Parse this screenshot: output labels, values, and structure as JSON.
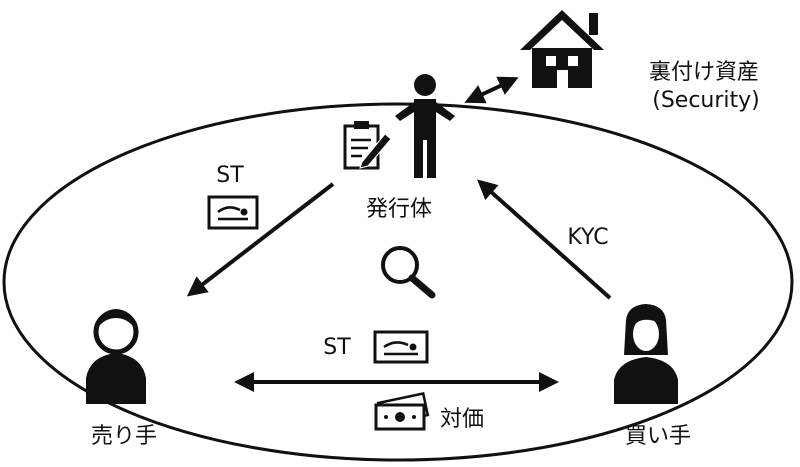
{
  "labels": {
    "issuer": "発行体",
    "seller": "売り手",
    "buyer": "買い手",
    "asset_line1": "裏付け資産",
    "asset_line2": "(Security)",
    "st_top": "ST",
    "st_mid": "ST",
    "kyc": "KYC",
    "consideration": "対価"
  },
  "icons": {
    "issuer": "person-icon",
    "asset": "house-icon",
    "document": "document-pen-icon",
    "token_top": "token-certificate-icon",
    "token_mid": "token-certificate-icon",
    "search": "magnifier-icon",
    "seller": "man-avatar-icon",
    "buyer": "woman-avatar-icon",
    "cash": "cash-icon"
  },
  "colors": {
    "stroke": "#111111",
    "background": "#ffffff"
  }
}
